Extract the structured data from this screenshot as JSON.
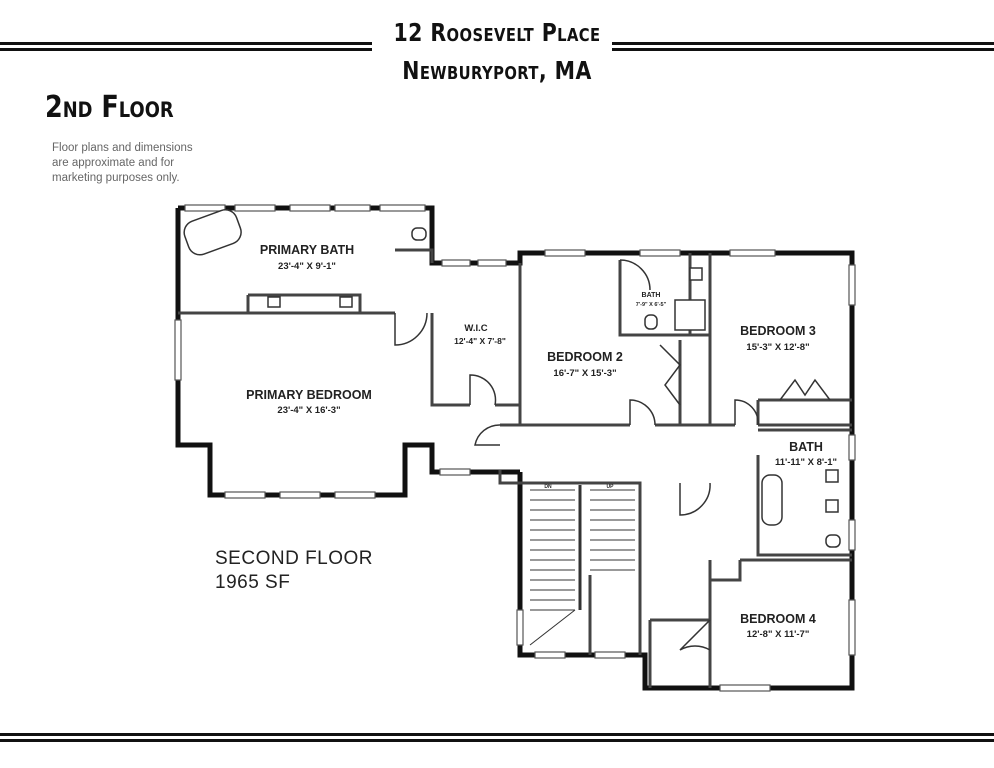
{
  "header": {
    "address": "12 Roosevelt Place",
    "city": "Newburyport, MA"
  },
  "floor_title": "2nd Floor",
  "disclaimer": [
    "Floor plans and dimensions",
    "are approximate and for",
    "marketing purposes only."
  ],
  "summary": {
    "name": "SECOND FLOOR",
    "area": "1965 SF"
  },
  "rooms": [
    {
      "name": "PRIMARY BATH",
      "dims": "23'-4\" X 9'-1\""
    },
    {
      "name": "W.I.C",
      "dims": "12'-4\" X 7'-8\""
    },
    {
      "name": "BEDROOM 2",
      "dims": "16'-7\" X 15'-3\""
    },
    {
      "name": "BATH",
      "dims": "7'-9\" X 6'-5\""
    },
    {
      "name": "BEDROOM 3",
      "dims": "15'-3\" X 12'-8\""
    },
    {
      "name": "PRIMARY BEDROOM",
      "dims": "23'-4\" X 16'-3\""
    },
    {
      "name": "BATH",
      "dims": "11'-11\" X 8'-1\""
    },
    {
      "name": "BEDROOM 4",
      "dims": "12'-8\" X 11'-7\""
    }
  ],
  "stairs": {
    "down": "DN",
    "up": "UP"
  }
}
